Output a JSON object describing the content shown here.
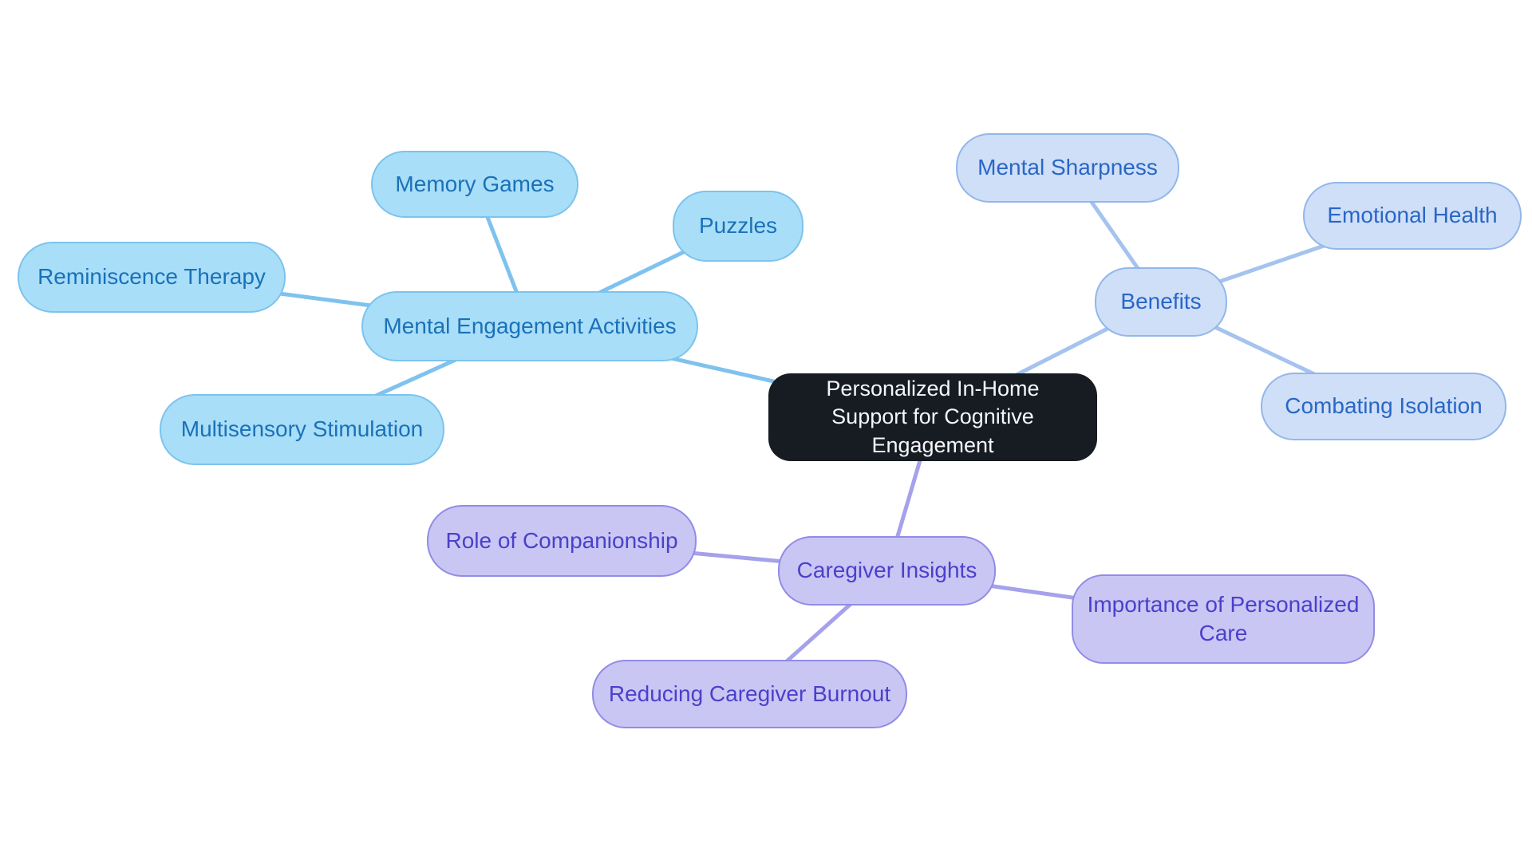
{
  "mindmap": {
    "background": "#ffffff",
    "central": {
      "label": "Personalized In-Home Support for Cognitive Engagement",
      "fill": "#171b22",
      "text_color": "#f4f6f9"
    },
    "branches": [
      {
        "label": "Mental Engagement Activities",
        "fill": "#a9def8",
        "border": "#7cc3ee",
        "text_color": "#1a71b8",
        "line_color": "#7fc2ee",
        "children": [
          {
            "label": "Memory Games"
          },
          {
            "label": "Puzzles"
          },
          {
            "label": "Reminiscence Therapy"
          },
          {
            "label": "Multisensory Stimulation"
          }
        ]
      },
      {
        "label": "Benefits",
        "fill": "#cedff7",
        "border": "#93b7ea",
        "text_color": "#2a66c6",
        "line_color": "#a5c3ee",
        "children": [
          {
            "label": "Mental Sharpness"
          },
          {
            "label": "Emotional Health"
          },
          {
            "label": "Combating Isolation"
          }
        ]
      },
      {
        "label": "Caregiver Insights",
        "fill": "#c9c6f4",
        "border": "#918ce6",
        "text_color": "#4b40ca",
        "line_color": "#a5a1eb",
        "children": [
          {
            "label": "Role of Companionship"
          },
          {
            "label": "Importance of Personalized Care"
          },
          {
            "label": "Reducing Caregiver Burnout"
          }
        ]
      }
    ]
  }
}
